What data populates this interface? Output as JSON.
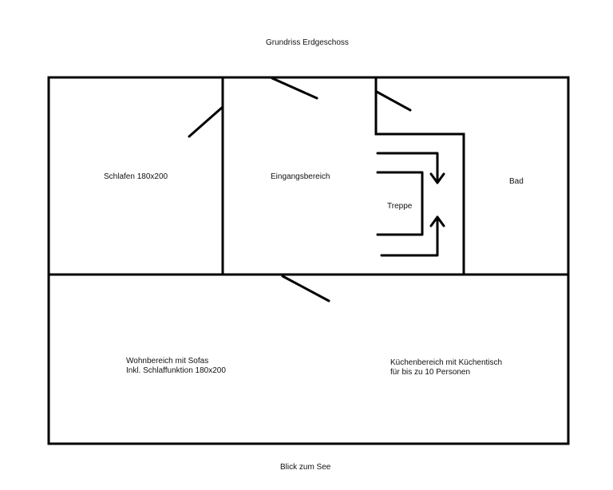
{
  "title": "Grundriss Erdgeschoss",
  "footer": "Blick zum See",
  "rooms": {
    "schlafen": "Schlafen 180x200",
    "eingang": "Eingangsbereich",
    "treppe": "Treppe",
    "bad": "Bad",
    "wohnen_line1": "Wohnbereich mit Sofas",
    "wohnen_line2": "Inkl. Schlaffunktion 180x200",
    "kueche_line1": "Küchenbereich mit Küchentisch",
    "kueche_line2": "für bis zu 10 Personen"
  },
  "colors": {
    "line": "#000000",
    "background": "#ffffff"
  }
}
